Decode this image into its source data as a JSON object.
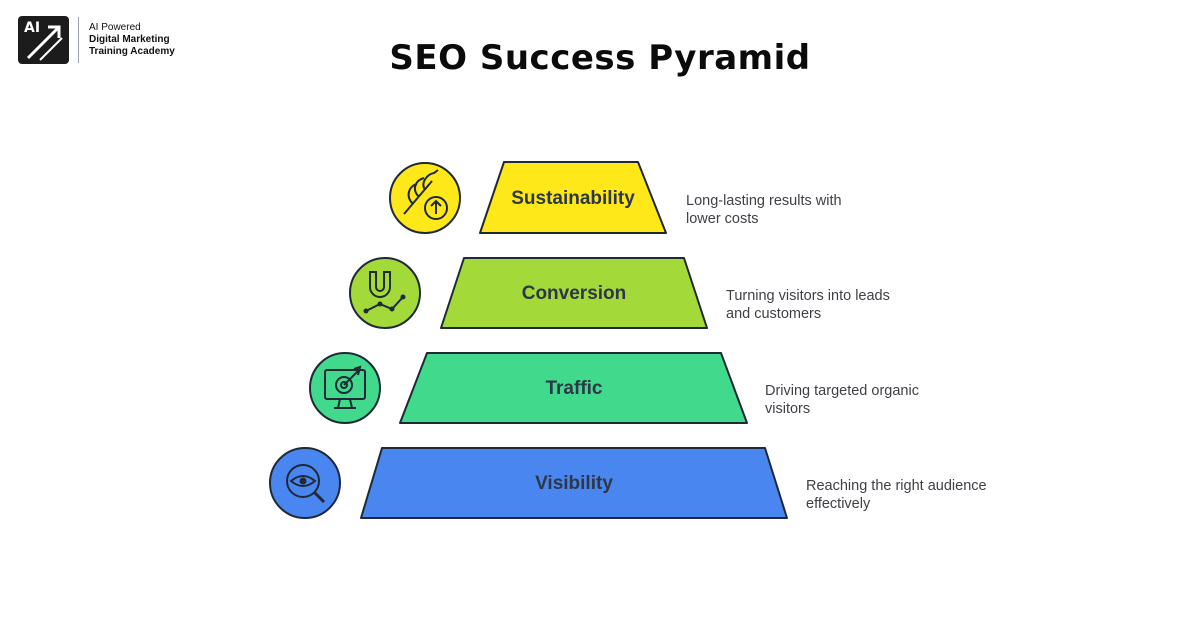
{
  "logo": {
    "mark_text": "AI",
    "line1": "AI Powered",
    "line2": "Digital Marketing",
    "line3": "Training Academy"
  },
  "title": "SEO Success Pyramid",
  "tiers": [
    {
      "label": "Sustainability",
      "description": "Long-lasting results with lower costs",
      "color": "#ffe81a",
      "icon": "leaf-growth-icon"
    },
    {
      "label": "Conversion",
      "description": "Turning visitors into leads and customers",
      "color": "#a4d93a",
      "icon": "magnet-icon"
    },
    {
      "label": "Traffic",
      "description": "Driving targeted organic visitors",
      "color": "#41d98b",
      "icon": "monitor-target-icon"
    },
    {
      "label": "Visibility",
      "description": "Reaching the right audience effectively",
      "color": "#4a86f0",
      "icon": "search-eye-icon"
    }
  ]
}
